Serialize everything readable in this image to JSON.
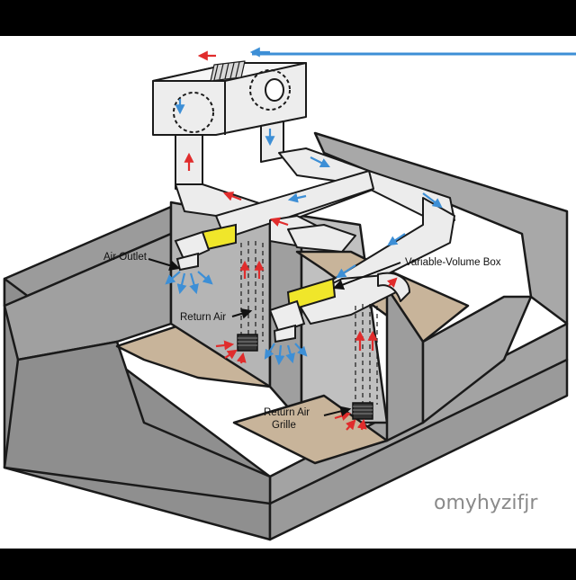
{
  "labels": {
    "air_outlet": "Air Outlet",
    "variable_volume_box": "Variable-Volume Box",
    "return_air": "Return Air",
    "return_air_grille_line1": "Return Air",
    "return_air_grille_line2": "Grille"
  },
  "watermark": "omyhyzifjr",
  "colors": {
    "background": "#000000",
    "panel": "#ffffff",
    "wall": "#9b9b9b",
    "wall_dark": "#8a8a8a",
    "wall_light": "#cfcfcf",
    "floor": "#c8b49a",
    "duct": "#ececec",
    "vav_box": "#f0e62a",
    "supply_arrow": "#3d8fd6",
    "return_arrow": "#e02c2c",
    "stroke": "#1a1a1a"
  }
}
